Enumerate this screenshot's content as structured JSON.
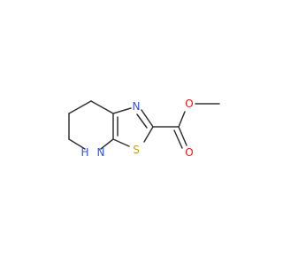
{
  "molecule": {
    "atoms": {
      "ring_nitrogen": "N",
      "ring_sulfur": "S",
      "nh_nitrogen": "N",
      "nh_hydrogen": "H",
      "ester_oxygen": "O",
      "carbonyl_oxygen": "O"
    },
    "colors": {
      "bond": "#333333",
      "nitrogen": "#3050F8",
      "sulfur": "#C8A400",
      "oxygen": "#FF0D0D",
      "background": "#ffffff"
    }
  }
}
